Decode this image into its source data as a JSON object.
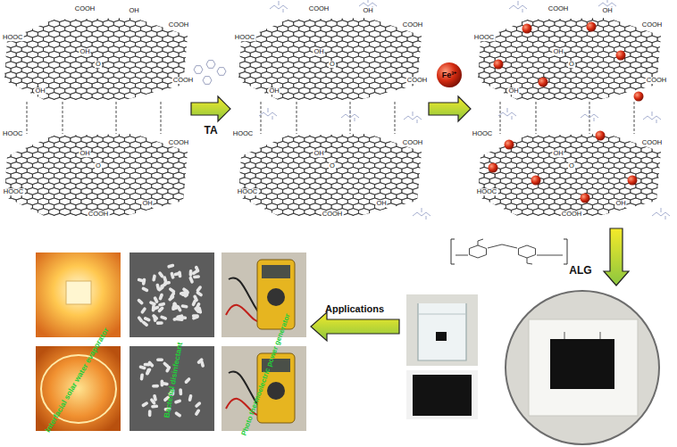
{
  "diagram": {
    "labels": [
      "COOH",
      "OH",
      "COOH",
      "HOOC",
      "OH",
      "O",
      "COOH",
      "OH",
      "HOOC",
      "OH",
      "O",
      "COOH",
      "HOOC",
      "COOH",
      "OH",
      "TA",
      "COOH",
      "OH",
      "COOH",
      "HOOC",
      "OH",
      "O",
      "COOH",
      "OH",
      "HOOC",
      "OH",
      "O",
      "COOH",
      "HOOC",
      "COOH",
      "OH",
      "Fe³⁺",
      "COOH",
      "OH",
      "COOH",
      "HOOC",
      "OH",
      "O",
      "COOH",
      "OH",
      "HOOC",
      "OH",
      "O",
      "COOH",
      "HOOC",
      "COOH",
      "OH",
      "ALG",
      "Applications",
      "Interfacial solar water evaporator",
      "Bacterial disinfectant",
      "Photo thermoelectric power generator"
    ]
  }
}
